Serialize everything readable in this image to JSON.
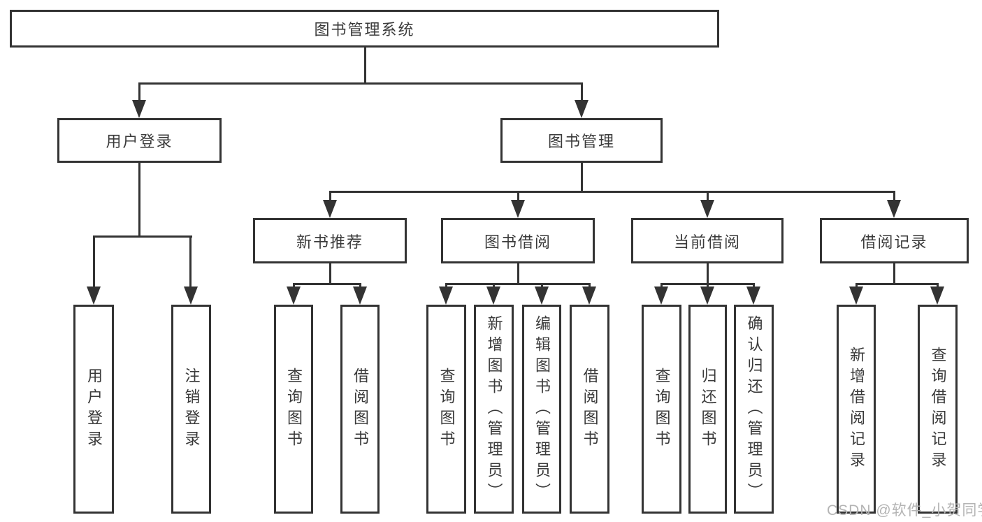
{
  "tree": {
    "root": {
      "label": "图书管理系统"
    },
    "branches": [
      {
        "label": "用户登录",
        "children": [
          {
            "label": "用户登录"
          },
          {
            "label": "注销登录"
          }
        ]
      },
      {
        "label": "图书管理",
        "children": [
          {
            "label": "新书推荐",
            "children": [
              {
                "label": "查询图书"
              },
              {
                "label": "借阅图书"
              }
            ]
          },
          {
            "label": "图书借阅",
            "children": [
              {
                "label": "查询图书"
              },
              {
                "label": "新增图书（管理员）"
              },
              {
                "label": "编辑图书（管理员）"
              },
              {
                "label": "借阅图书"
              }
            ]
          },
          {
            "label": "当前借阅",
            "children": [
              {
                "label": "查询图书"
              },
              {
                "label": "归还图书"
              },
              {
                "label": "确认归还（管理员）"
              }
            ]
          },
          {
            "label": "借阅记录",
            "children": [
              {
                "label": "新增借阅记录"
              },
              {
                "label": "查询借阅记录"
              }
            ]
          }
        ]
      }
    ]
  },
  "watermark": "CSDN @软件_小贺同学",
  "colors": {
    "line": "#333333",
    "text": "#3a3a3a",
    "watermark": "#b4b4b4",
    "background": "#ffffff"
  }
}
